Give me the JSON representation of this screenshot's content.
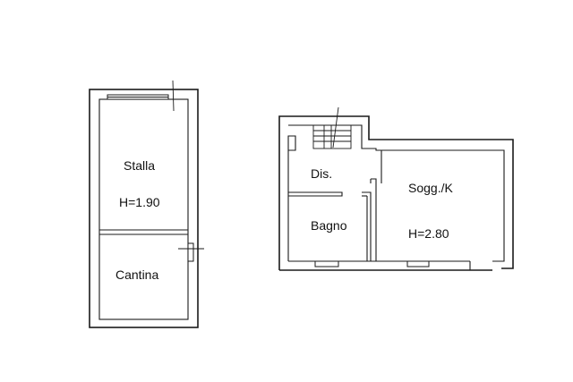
{
  "rooms": {
    "stalla": {
      "name": "Stalla",
      "height": "H=1.90"
    },
    "cantina": {
      "name": "Cantina"
    },
    "dis": {
      "name": "Dis."
    },
    "bagno": {
      "name": "Bagno"
    },
    "soggiorno": {
      "name": "Sogg./K",
      "height": "H=2.80"
    }
  }
}
